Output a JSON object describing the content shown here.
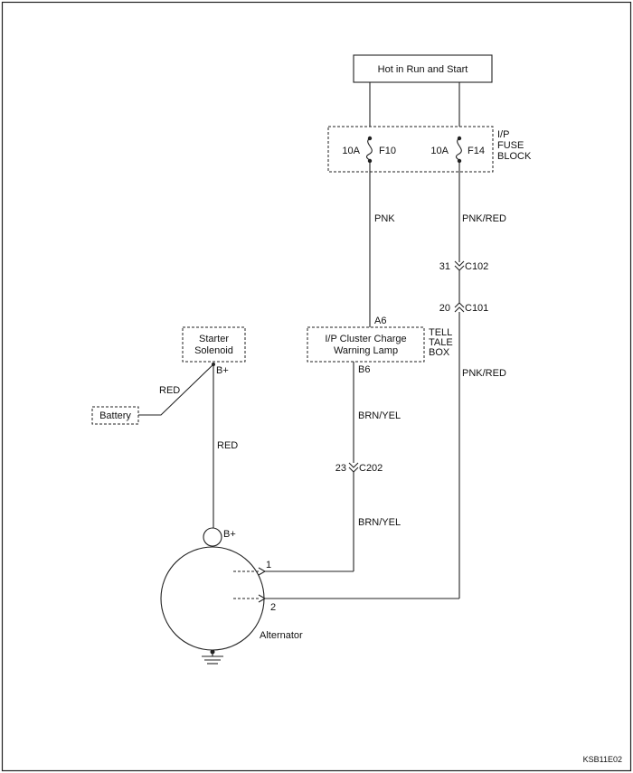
{
  "power_box": {
    "label": "Hot in Run and Start"
  },
  "fuse_block": {
    "label_lines": [
      "I/P",
      "FUSE",
      "BLOCK"
    ],
    "fuses": [
      {
        "rating": "10A",
        "id": "F10"
      },
      {
        "rating": "10A",
        "id": "F14"
      }
    ]
  },
  "wires": {
    "pnk": "PNK",
    "pnk_red_upper": "PNK/RED",
    "pnk_red_lower": "PNK/RED",
    "brn_yel_upper": "BRN/YEL",
    "brn_yel_lower": "BRN/YEL",
    "red_battery": "RED",
    "red_alternator": "RED"
  },
  "connectors": {
    "c102": {
      "pin": "31",
      "name": "C102"
    },
    "c101": {
      "pin": "20",
      "name": "C101"
    },
    "c202": {
      "pin": "23",
      "name": "C202"
    }
  },
  "cluster": {
    "label_lines": [
      "I/P Cluster Charge",
      "Warning Lamp"
    ],
    "pin_in": "A6",
    "pin_out": "B6",
    "side_label_lines": [
      "TELL",
      "TALE",
      "BOX"
    ]
  },
  "starter": {
    "label_lines": [
      "Starter",
      "Solenoid"
    ],
    "terminal": "B+"
  },
  "battery": {
    "label": "Battery"
  },
  "alternator": {
    "label": "Alternator",
    "terminal": "B+",
    "pins": [
      "1",
      "2"
    ]
  },
  "figure_code": "KSB11E02"
}
